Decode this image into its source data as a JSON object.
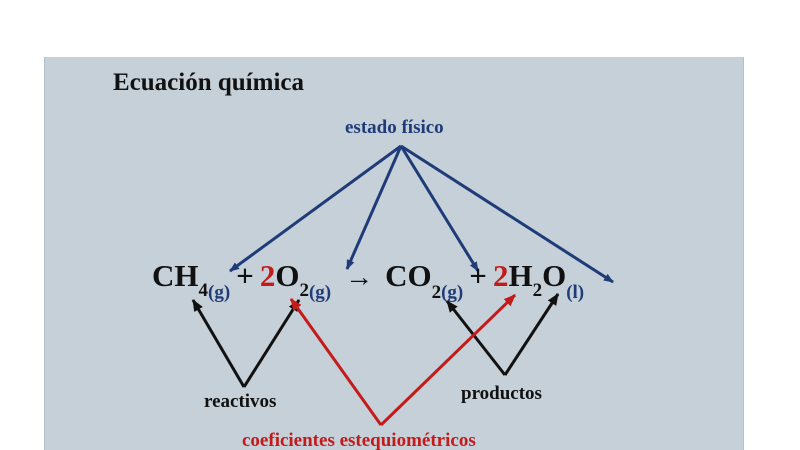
{
  "colors": {
    "blue": "#1f3b78",
    "red": "#c41a1a",
    "black": "#111111",
    "panel": "#c5d0d8"
  },
  "title": "Ecuación química",
  "labels": {
    "estado": "estado físico",
    "reactivos": "reactivos",
    "productos": "productos",
    "coeficientes": "coeficientes estequiométricos"
  },
  "equation": {
    "ch": "CH",
    "ch_sub": "4",
    "ch_state": "(g)",
    "plus1": "+",
    "o2_coef": "2",
    "o2": "O",
    "o2_sub": "2",
    "o2_state": "(g)",
    "arrow": "→",
    "co2": "CO",
    "co2_sub": "2",
    "co2_state": "(g)",
    "plus2": "+",
    "h2o_coef": "2",
    "h2o_h": "H",
    "h2o_sub": "2",
    "h2o_o": "O",
    "h2o_state": "(l)"
  }
}
